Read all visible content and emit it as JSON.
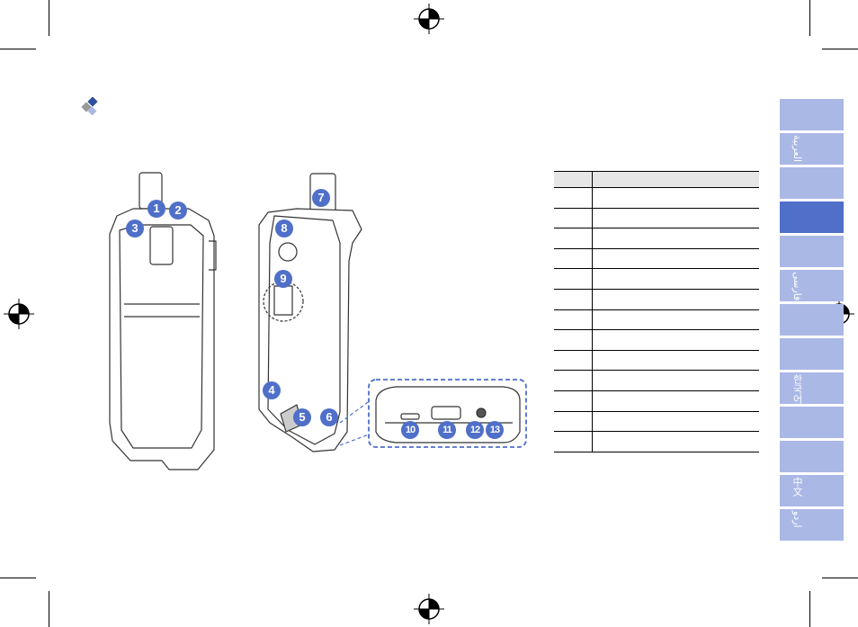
{
  "side_tabs": [
    {
      "label": "",
      "active": false
    },
    {
      "label": "العربية",
      "active": false
    },
    {
      "label": "",
      "active": false
    },
    {
      "label": "",
      "active": true
    },
    {
      "label": "",
      "active": false
    },
    {
      "label": "فارسی",
      "active": false
    },
    {
      "label": "",
      "active": false
    },
    {
      "label": "",
      "active": false
    },
    {
      "label": "한국어",
      "active": false
    },
    {
      "label": "",
      "active": false
    },
    {
      "label": "",
      "active": false
    },
    {
      "label": "中文",
      "active": false
    },
    {
      "label": "اردو",
      "active": false
    }
  ],
  "callouts": [
    "1",
    "2",
    "3",
    "4",
    "5",
    "6",
    "7",
    "8",
    "9",
    "10",
    "11",
    "12",
    "13"
  ],
  "table": {
    "rows": 13
  },
  "colors": {
    "accent": "#4f6fc8",
    "tab": "#aab8e6",
    "tab_active": "#4f6fc8"
  }
}
